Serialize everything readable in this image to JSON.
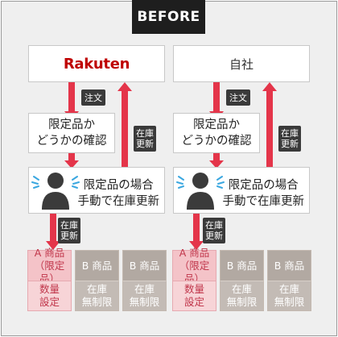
{
  "header": {
    "label": "BEFORE"
  },
  "left": {
    "store": "Rakuten",
    "order_tag": "注文",
    "check_lines": [
      "限定品か",
      "どうかの確認"
    ],
    "stock_tag": [
      "在庫",
      "更新"
    ],
    "manual_lines": [
      "限定品の場合",
      "手動で在庫更新"
    ],
    "bottom_stock_tag": [
      "在庫",
      "更新"
    ]
  },
  "right": {
    "store": "自社",
    "order_tag": "注文",
    "check_lines": [
      "限定品か",
      "どうかの確認"
    ],
    "stock_tag": [
      "在庫",
      "更新"
    ],
    "manual_lines": [
      "限定品の場合",
      "手動で在庫更新"
    ],
    "bottom_stock_tag": [
      "在庫",
      "更新"
    ]
  },
  "products": [
    {
      "top": [
        "A 商品",
        "（限定品）"
      ],
      "bottom": [
        "数量",
        "設定"
      ],
      "style": "pink"
    },
    {
      "top": [
        "B 商品"
      ],
      "bottom": [
        "在庫",
        "無制限"
      ],
      "style": "gray"
    },
    {
      "top": [
        "B 商品"
      ],
      "bottom": [
        "在庫",
        "無制限"
      ],
      "style": "gray"
    }
  ],
  "colors": {
    "accent_red": "#e4354a",
    "dark_tag": "#3a3a3a",
    "pink": "#f4c3c8",
    "gray": "#b2a9a2",
    "rakuten_red": "#bf0000"
  }
}
